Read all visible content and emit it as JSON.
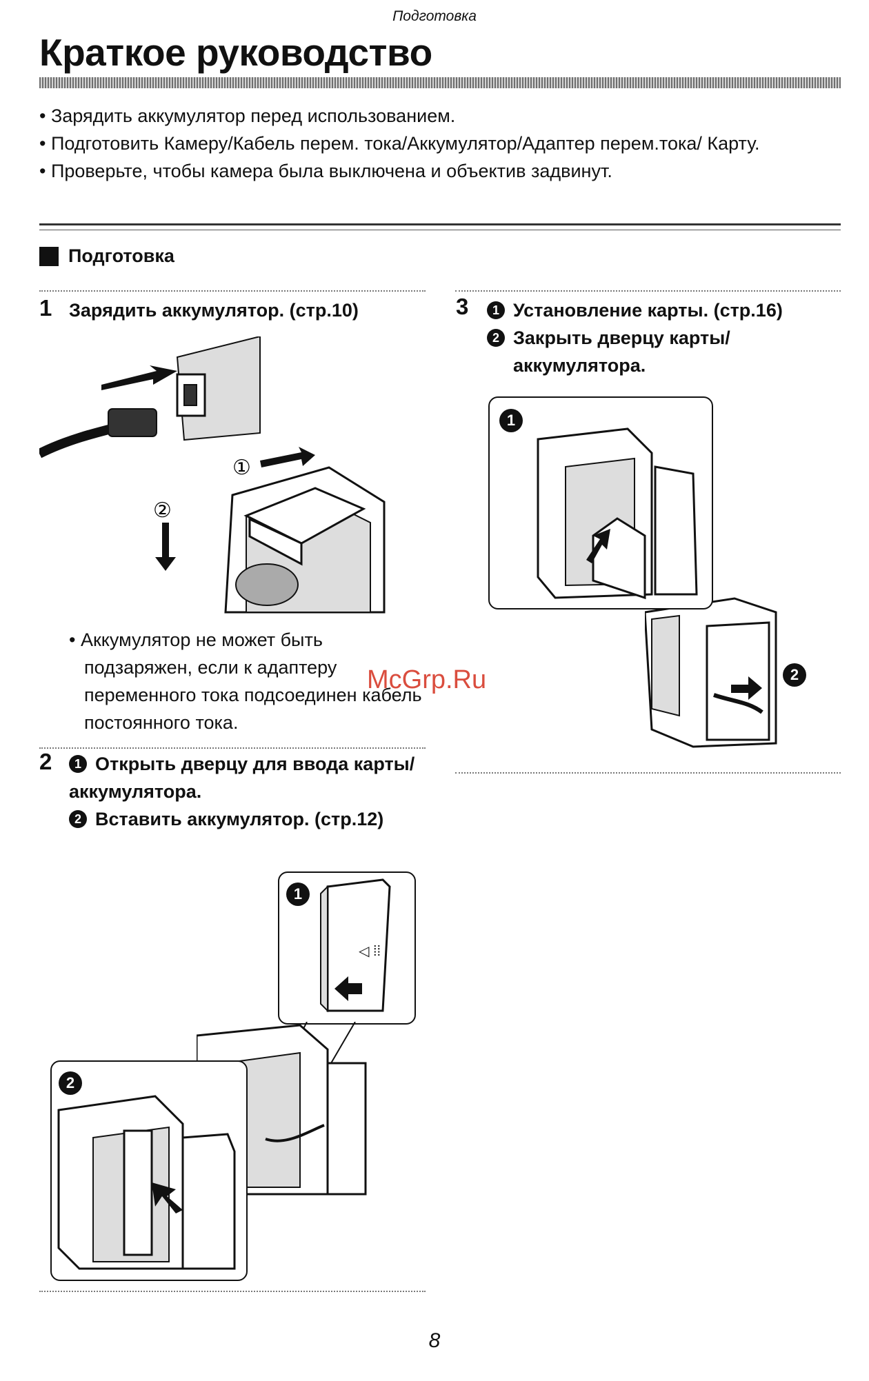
{
  "header": {
    "label": "Подготовка"
  },
  "title": "Краткое руководство",
  "bullets": [
    "• Зарядить аккумулятор перед использованием.",
    "• Подготовить Камеру/Кабель перем. тока/Аккумулятор/Адаптер перем.тока/ Карту.",
    "• Проверьте, чтобы камера была выключена и объектив задвинут."
  ],
  "section": {
    "title": "Подготовка"
  },
  "step1": {
    "num": "1",
    "text": "Зарядить аккумулятор. (стр.10)",
    "fig_label_1": "①",
    "fig_label_2": "②",
    "note": "• Аккумулятор не может быть подзаряжен, если к адаптеру переменного тока подсоединен кабель постоянного тока."
  },
  "step2": {
    "num": "2",
    "item1": "Открыть дверцу для ввода карты/аккумулятора.",
    "item2": "Вставить аккумулятор. (стр.12)",
    "badge1": "1",
    "badge2": "2"
  },
  "step3": {
    "num": "3",
    "item1": "Установление карты. (стр.16)",
    "item2": "Закрыть дверцу карты/ аккумулятора.",
    "badge1": "1",
    "badge2": "2"
  },
  "watermark": "McGrp.Ru",
  "page_number": "8"
}
